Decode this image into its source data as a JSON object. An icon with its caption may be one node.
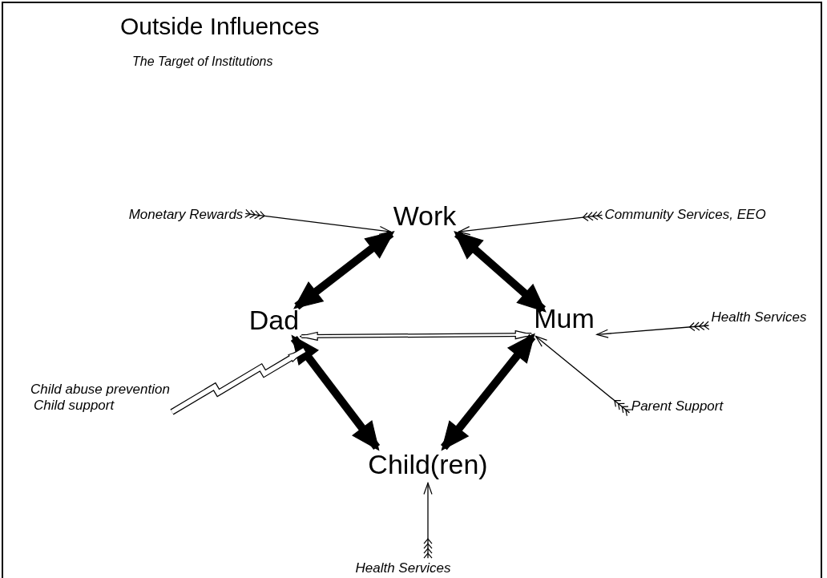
{
  "diagram": {
    "title": "Outside Influences",
    "nodes": [
      {
        "text": [
          "Work"
        ]
      },
      {
        "text": [
          "Dad"
        ]
      },
      {
        "text": [
          "Mum"
        ]
      },
      {
        "text": [
          "Child(ren)"
        ]
      },
      {
        "text": [
          "Monetary Rewards"
        ]
      },
      {
        "text": [
          "Community Services, EEO"
        ]
      },
      {
        "text": [
          "Health Services"
        ]
      },
      {
        "text": [
          "Child abuse prevention",
          "Child support"
        ]
      },
      {
        "text": [
          "Parent Support"
        ]
      },
      {
        "text": [
          "Health Services"
        ]
      }
    ],
    "edges": [
      {
        "from": 0,
        "to": 1,
        "arrow": "both",
        "style": "thick"
      },
      {
        "from": 0,
        "to": 2,
        "arrow": "both",
        "style": "thick"
      },
      {
        "from": 1,
        "to": 2,
        "arrow": "both"
      },
      {
        "from": 1,
        "to": 3,
        "arrow": "both",
        "style": "thick"
      },
      {
        "from": 2,
        "to": 3,
        "arrow": "both",
        "style": "thick"
      },
      {
        "from": 4,
        "to": 0,
        "arrow": "to"
      },
      {
        "from": 5,
        "to": 0,
        "arrow": "to"
      },
      {
        "from": 6,
        "to": 2,
        "arrow": "to"
      },
      {
        "from": 7,
        "to": 1,
        "arrow": "to"
      },
      {
        "from": 8,
        "to": 2,
        "arrow": "to"
      },
      {
        "from": 9,
        "to": 3,
        "arrow": "to"
      }
    ],
    "labels": [
      "The Target of Institutions"
    ]
  }
}
